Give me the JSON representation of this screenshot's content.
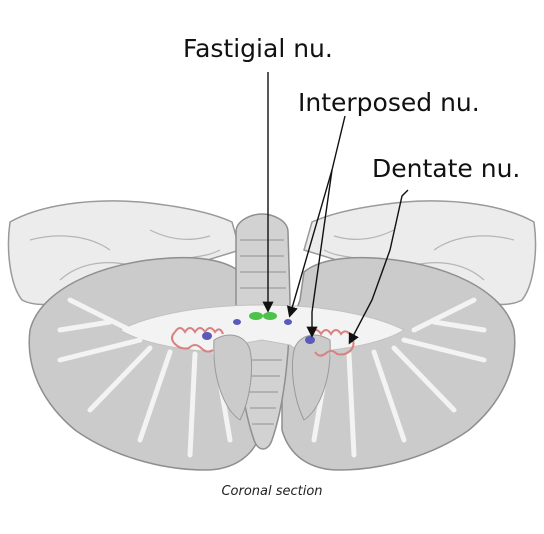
{
  "labels": {
    "fastigial": "Fastigial nu.",
    "interposed": "Interposed nu.",
    "dentate": "Dentate nu."
  },
  "caption": "Coronal section",
  "colors": {
    "fastigial_nucleus": "#4cc24a",
    "interposed_nucleus": "#5a5ab8",
    "dentate_nucleus": "#d98080",
    "cerebellum_gray": "#c9c9c9",
    "white_matter": "#f2f2f2",
    "cerebrum": "#e9e9e9"
  }
}
